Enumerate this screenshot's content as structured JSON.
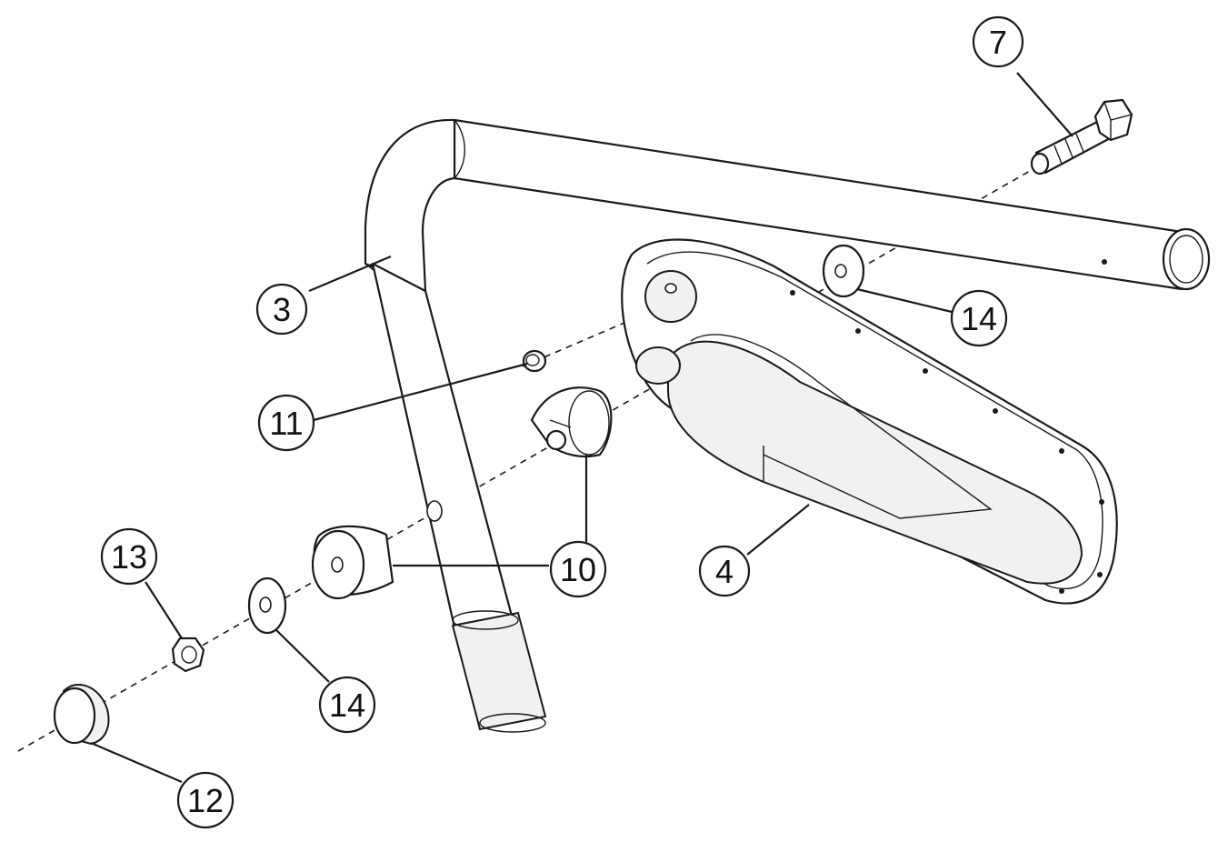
{
  "diagram": {
    "callouts": [
      {
        "id": "callout-7",
        "label": "7"
      },
      {
        "id": "callout-3",
        "label": "3"
      },
      {
        "id": "callout-14-top",
        "label": "14"
      },
      {
        "id": "callout-11",
        "label": "11"
      },
      {
        "id": "callout-10",
        "label": "10"
      },
      {
        "id": "callout-4",
        "label": "4"
      },
      {
        "id": "callout-13",
        "label": "13"
      },
      {
        "id": "callout-14-low",
        "label": "14"
      },
      {
        "id": "callout-12",
        "label": "12"
      }
    ]
  }
}
